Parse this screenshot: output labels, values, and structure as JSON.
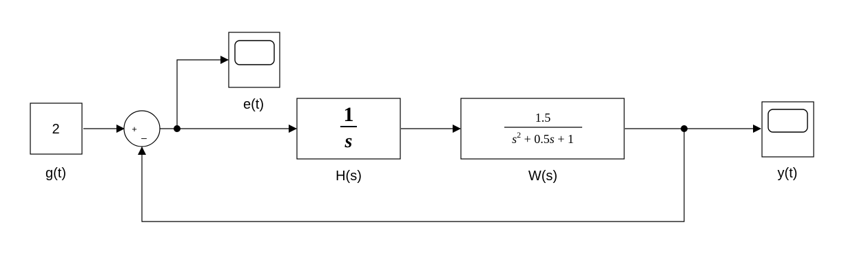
{
  "blocks": {
    "constant": {
      "value": "2",
      "label": "g(t)"
    },
    "sum": {
      "plus": "+",
      "minus": "–"
    },
    "scope_error": {
      "label": "e(t)"
    },
    "integrator": {
      "num": "1",
      "den": "s",
      "label": "H(s)"
    },
    "plant": {
      "num": "1.5",
      "den_s": "s",
      "den_exp": "2",
      "den_rest": " + 0.5",
      "den_s2": "s",
      "den_tail": " + 1",
      "label": "W(s)"
    },
    "scope_output": {
      "label": "y(t)"
    }
  },
  "colors": {
    "line": "#000000",
    "screen_shadow": "#d8d8d8",
    "block_bg": "#ffffff"
  }
}
